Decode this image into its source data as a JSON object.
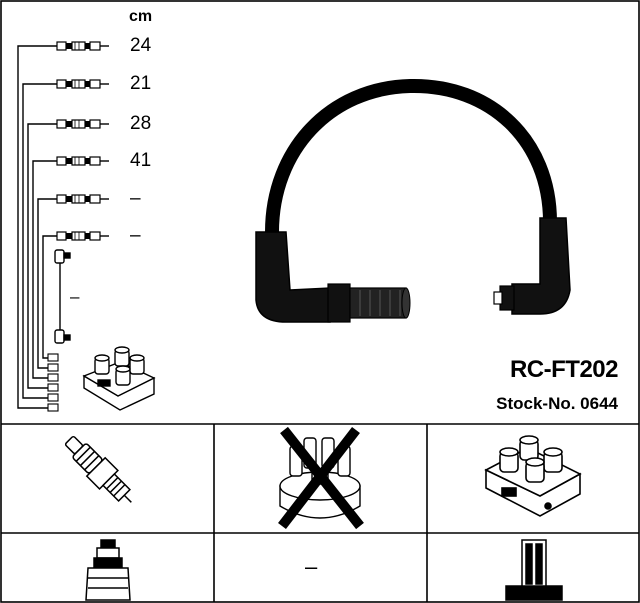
{
  "product": {
    "model": "RC-FT202",
    "stock_number": "Stock-No. 0644"
  },
  "lead_list": {
    "unit": "cm",
    "lengths": [
      "24",
      "21",
      "28",
      "41",
      "–",
      "–"
    ],
    "coil_lead_length": "–"
  },
  "component_grid": {
    "spark_plug_cell": "spark-plug-icon",
    "distributor_cap_cell": "distributor-cap-not-included-icon",
    "ignition_coil_cell": "ignition-coil-icon",
    "plug_boot_cell": "plug-connector-icon",
    "distributor_connector_cell": "–",
    "coil_terminal_cell": "coil-terminal-icon"
  },
  "colors": {
    "ink": "#000000",
    "background": "#ffffff",
    "cross_mark": "#000000"
  }
}
